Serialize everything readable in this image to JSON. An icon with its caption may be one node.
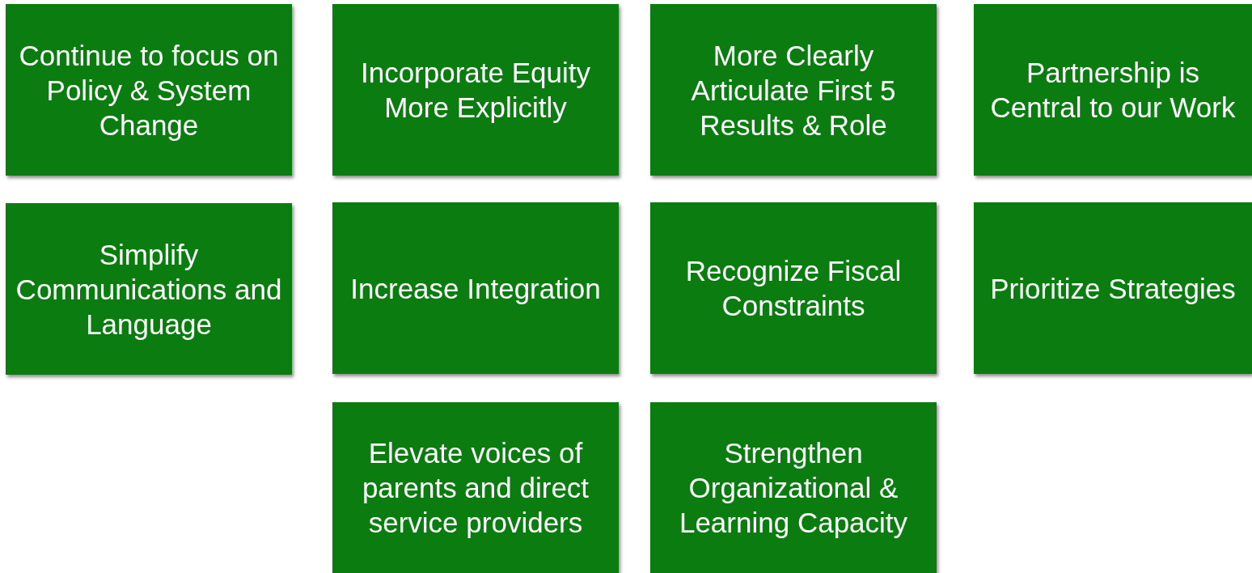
{
  "diagram": {
    "nodes": [
      {
        "text": [
          "Continue to focus on Policy & System Change"
        ]
      },
      {
        "text": [
          "Incorporate Equity More Explicitly"
        ]
      },
      {
        "text": [
          "More Clearly Articulate First 5 Results & Role"
        ]
      },
      {
        "text": [
          "Partnership is Central to our Work"
        ]
      },
      {
        "text": [
          "Simplify Communications and Language"
        ]
      },
      {
        "text": [
          "Increase Integration"
        ]
      },
      {
        "text": [
          "Recognize Fiscal Constraints"
        ]
      },
      {
        "text": [
          "Prioritize Strategies"
        ]
      },
      {
        "text": [
          "Elevate voices of parents and direct service providers"
        ]
      },
      {
        "text": [
          "Strengthen Organizational & Learning Capacity"
        ]
      }
    ]
  }
}
